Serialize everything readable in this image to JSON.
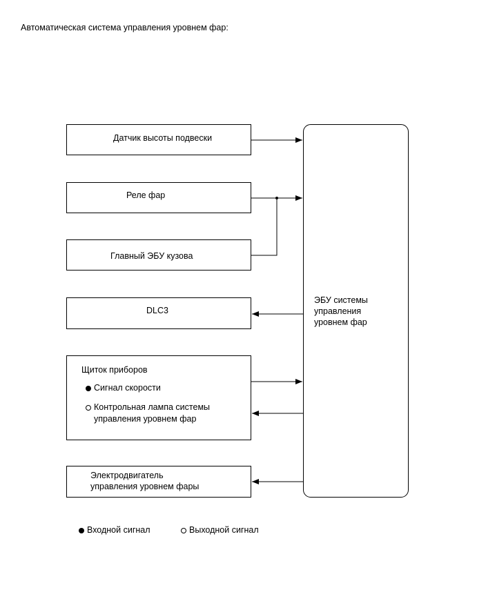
{
  "title": "Автоматическая система управления уровнем фар:",
  "blocks": {
    "height_sensor": "Датчик высоты подвески",
    "headlight_relay": "Реле фар",
    "body_ecu": "Главный ЭБУ кузова",
    "dlc3": "DLC3",
    "combination_meter": {
      "title": "Щиток приборов",
      "speed_signal": "Сигнал скорости",
      "warning_lamp_line1": "Контрольная лампа системы",
      "warning_lamp_line2": "управления уровнем фар"
    },
    "motor_line1": "Электродвигатель",
    "motor_line2": "управления уровнем фары"
  },
  "ecu": {
    "line1": "ЭБУ системы",
    "line2": "управления",
    "line3": "уровнем фар"
  },
  "legend": {
    "input": "Входной сигнал",
    "output": "Выходной сигнал"
  }
}
